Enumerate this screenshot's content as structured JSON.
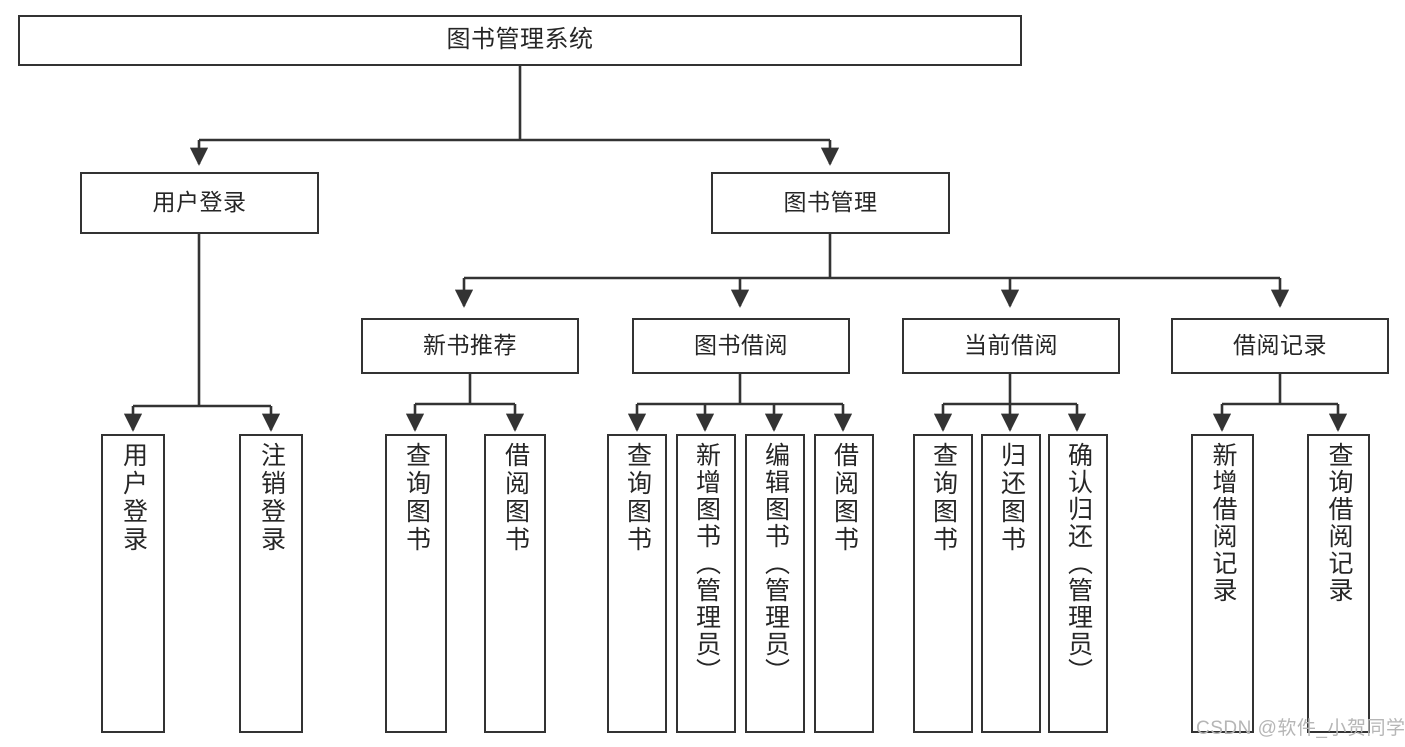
{
  "diagram": {
    "type": "tree",
    "title": "图书管理系统",
    "root": {
      "label": "图书管理系统"
    },
    "level1": [
      {
        "label": "用户登录"
      },
      {
        "label": "图书管理"
      }
    ],
    "level2": [
      {
        "label": "新书推荐"
      },
      {
        "label": "图书借阅"
      },
      {
        "label": "当前借阅"
      },
      {
        "label": "借阅记录"
      }
    ],
    "leaves": {
      "user_login": [
        {
          "label": "用户登录"
        },
        {
          "label": "注销登录"
        }
      ],
      "new_book_recommend": [
        {
          "label": "查询图书"
        },
        {
          "label": "借阅图书"
        }
      ],
      "book_borrow": [
        {
          "label": "查询图书"
        },
        {
          "label": "新增图书（管理员）"
        },
        {
          "label": "编辑图书（管理员）"
        },
        {
          "label": "借阅图书"
        }
      ],
      "current_borrow": [
        {
          "label": "查询图书"
        },
        {
          "label": "归还图书"
        },
        {
          "label": "确认归还（管理员）"
        }
      ],
      "borrow_records": [
        {
          "label": "新增借阅记录"
        },
        {
          "label": "查询借阅记录"
        }
      ]
    }
  },
  "watermark": {
    "text": "CSDN @软件_小贺同学"
  },
  "colors": {
    "border": "#333333",
    "background": "#ffffff",
    "text": "#262626",
    "watermark": "#b6b6b6"
  }
}
